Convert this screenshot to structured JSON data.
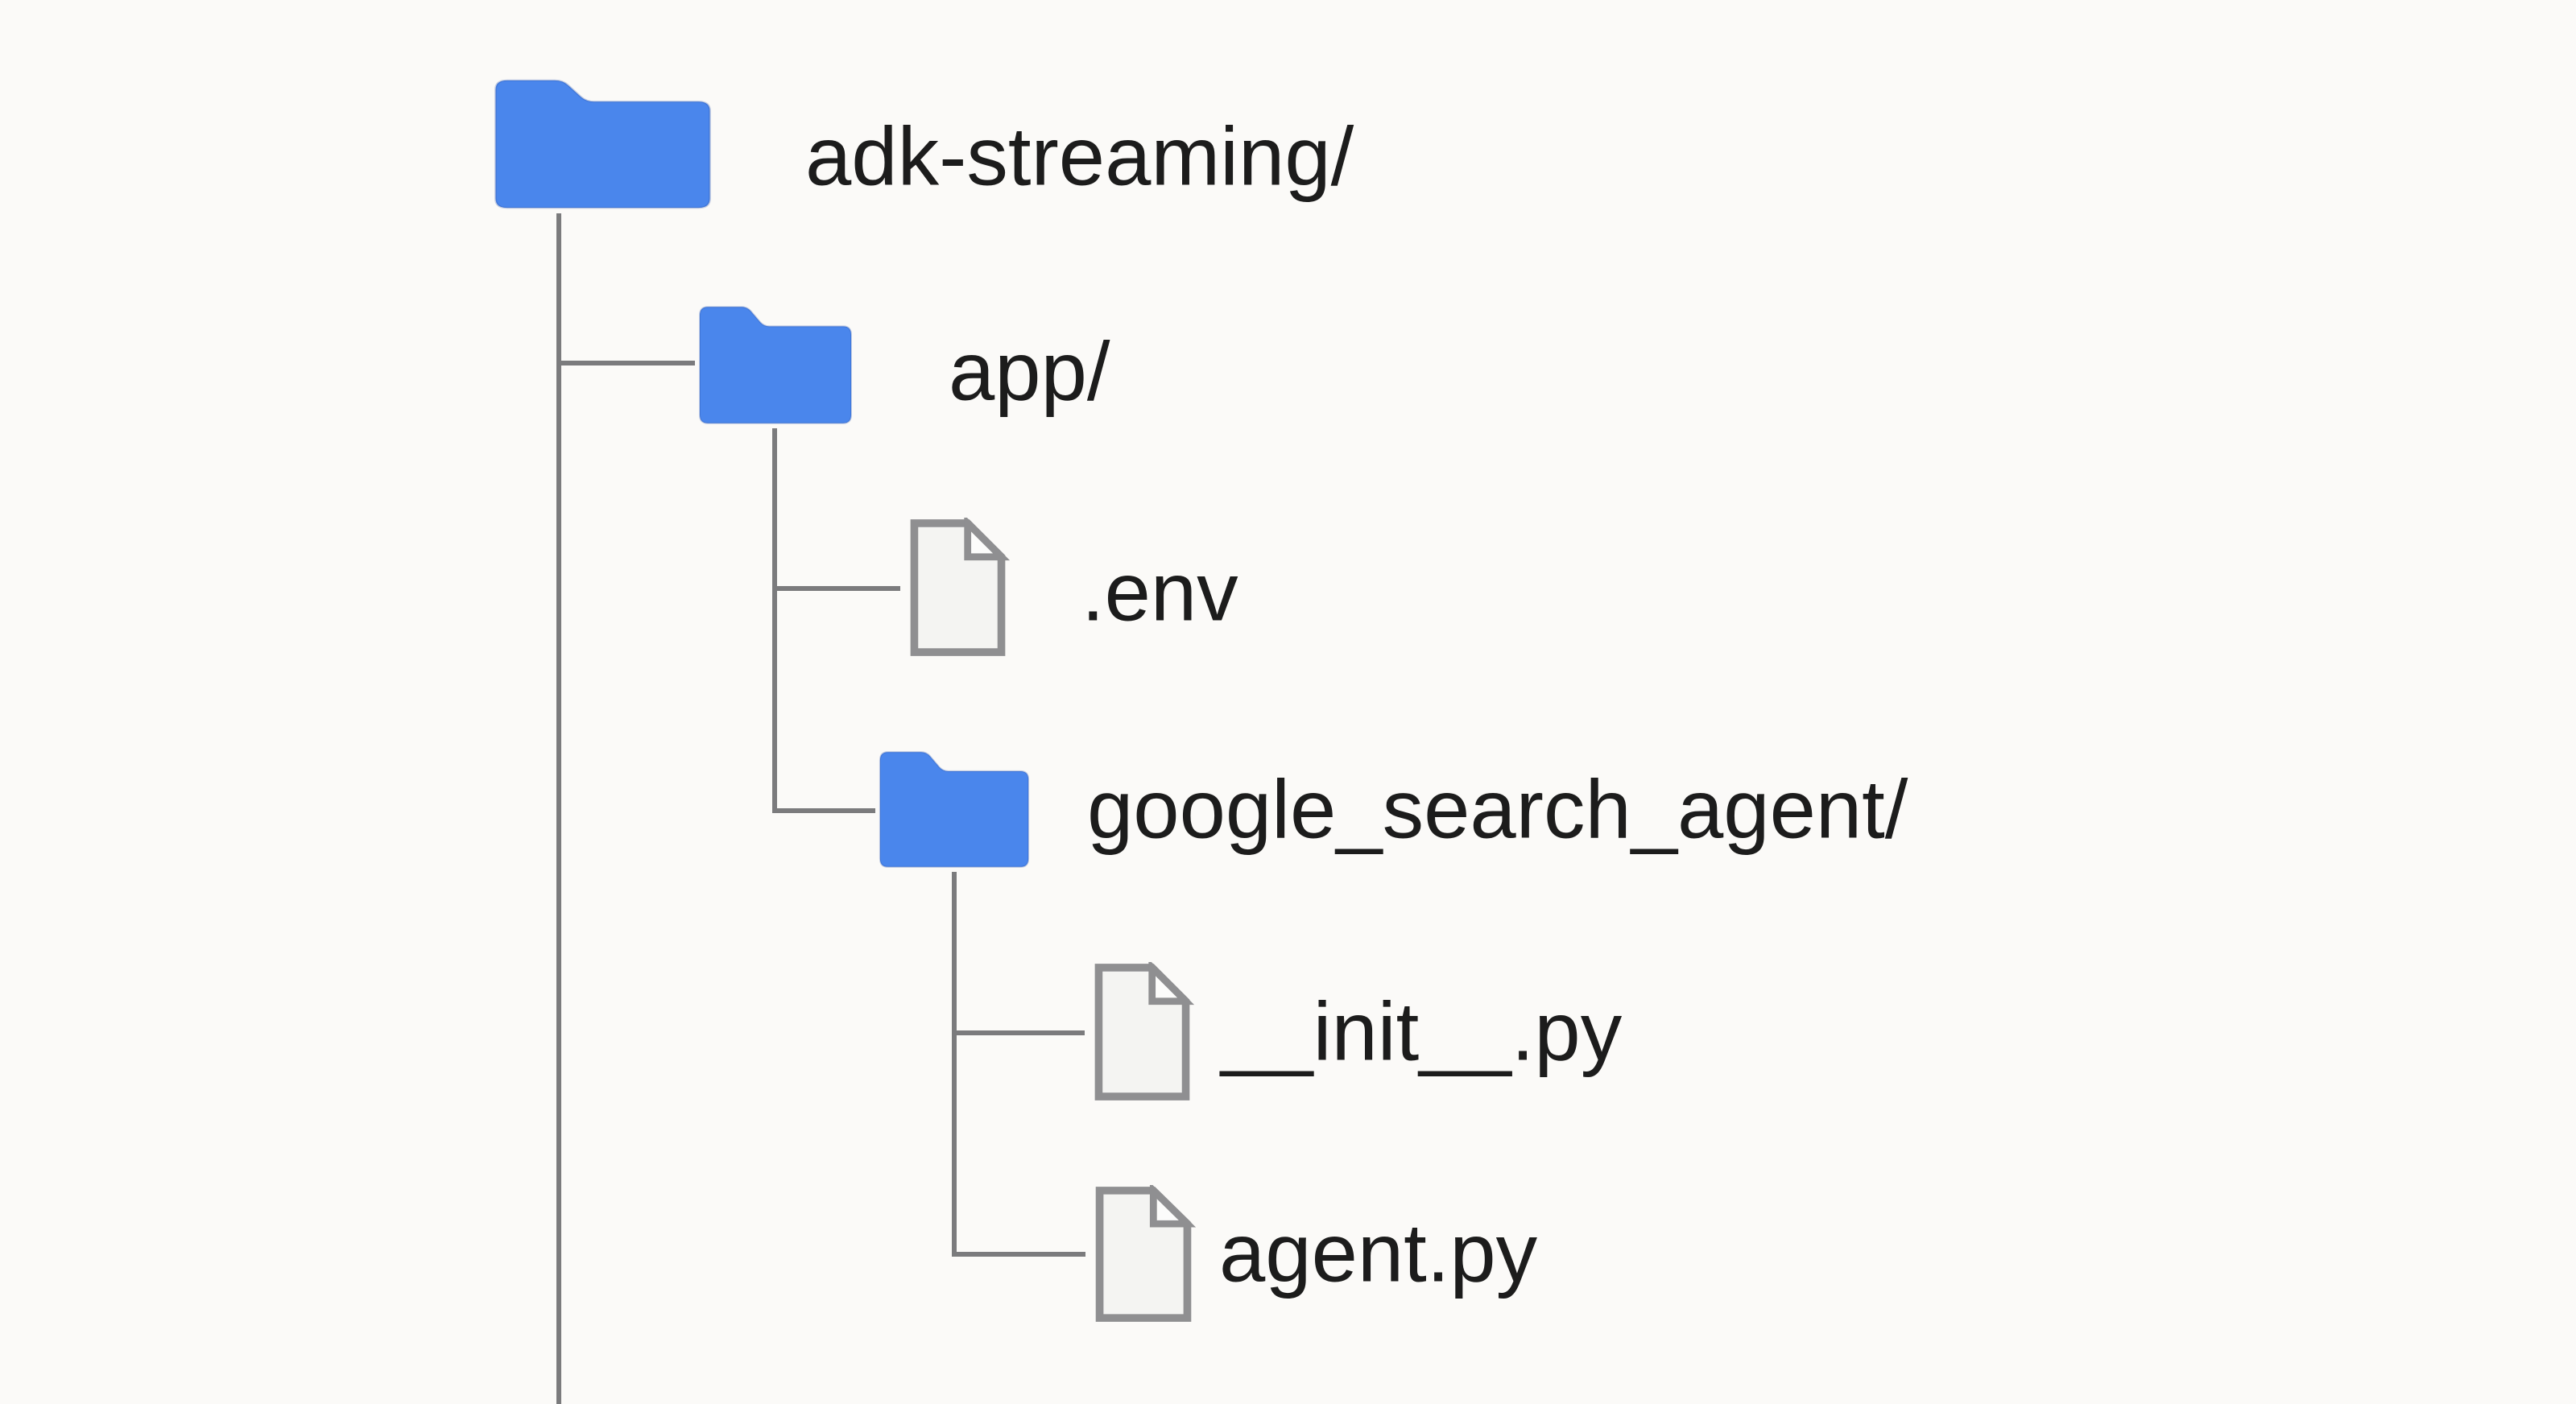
{
  "diagram": {
    "title_implicit": "project file tree",
    "theme": {
      "bg": "#FBFAF8",
      "line": "#7B7B7D",
      "folder": "#4A86EC",
      "file_fill": "#F4F4F2",
      "file_fold_fill": "#FCFCFB",
      "file_border": "#8F8F91",
      "text": "#1C1C1C"
    },
    "nodes": [
      {
        "id": "root",
        "type": "folder",
        "depth": 0,
        "label": "adk-streaming/"
      },
      {
        "id": "app",
        "type": "folder",
        "depth": 1,
        "label": "app/"
      },
      {
        "id": "env",
        "type": "file",
        "depth": 2,
        "label": ".env"
      },
      {
        "id": "gsa",
        "type": "folder",
        "depth": 2,
        "label": "google_search_agent/"
      },
      {
        "id": "init",
        "type": "file",
        "depth": 3,
        "label": "__init__.py"
      },
      {
        "id": "agent",
        "type": "file",
        "depth": 3,
        "label": "agent.py"
      }
    ]
  }
}
